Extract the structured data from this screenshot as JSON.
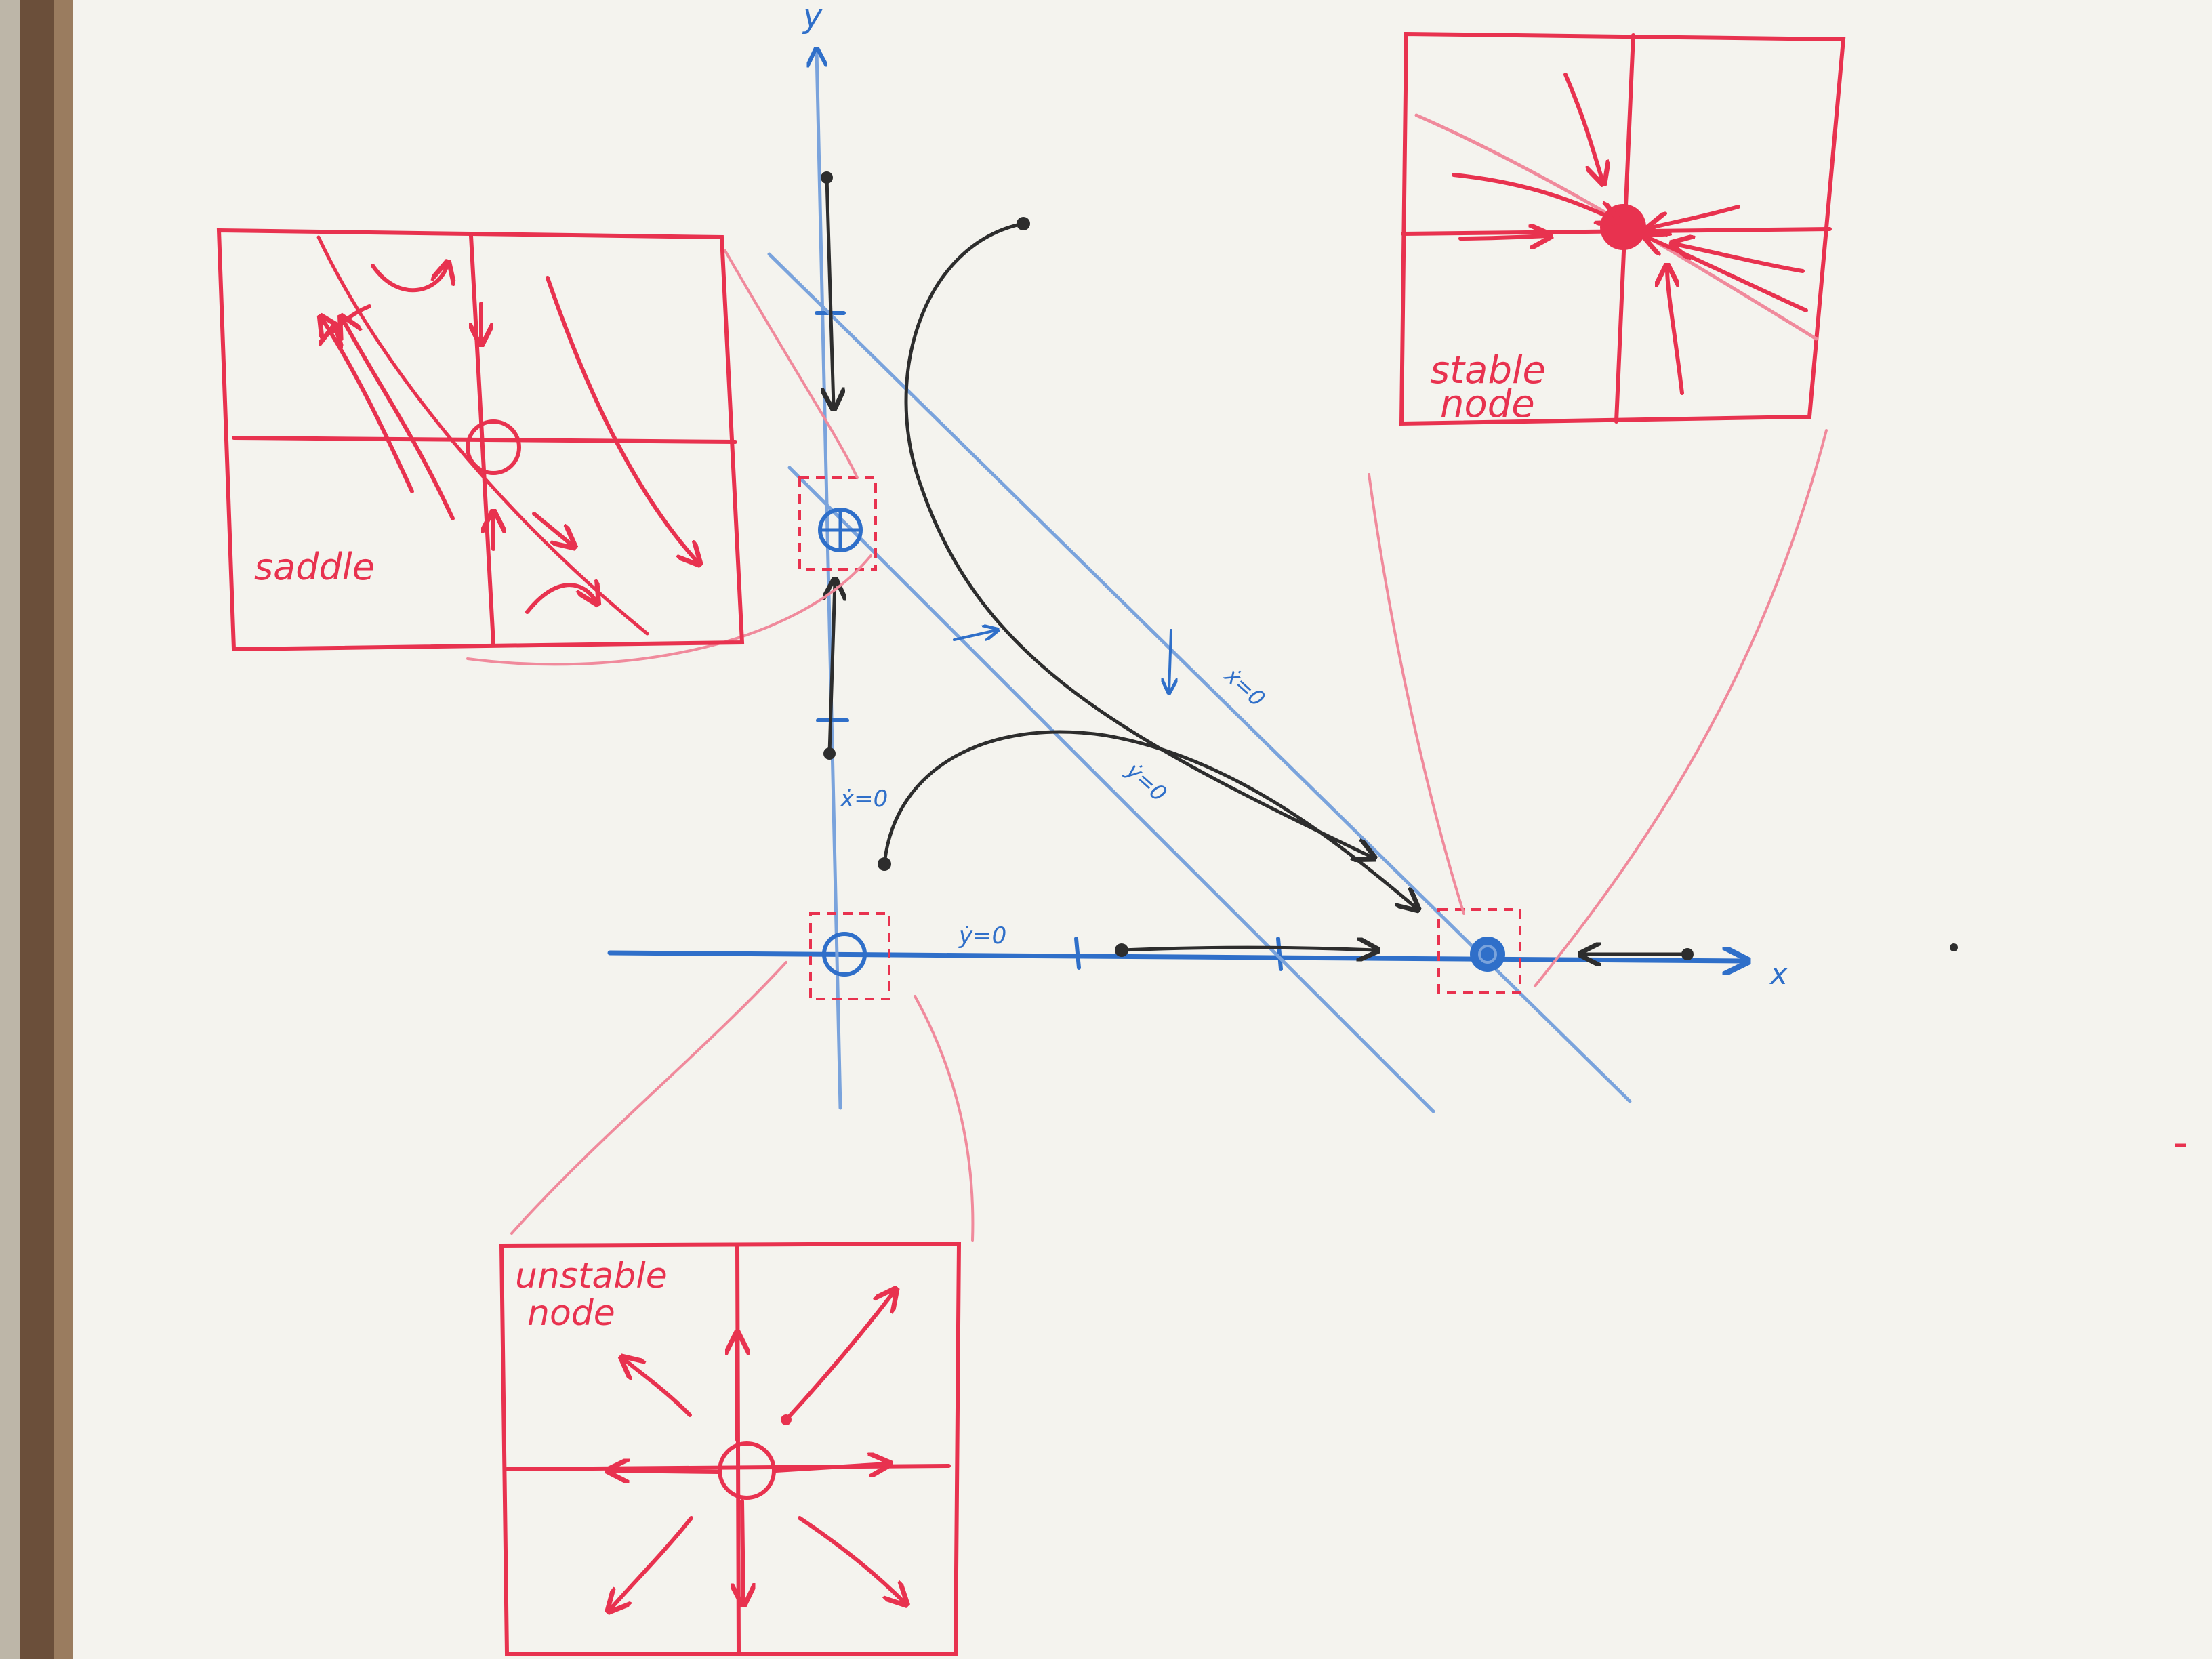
{
  "axes": {
    "x_label": "x",
    "y_label": "y"
  },
  "nullclines": {
    "y_axis_label": "ẋ=0",
    "x_axis_label": "ẏ=0",
    "diag_upper_label": "ẋ=0",
    "diag_lower_label": "ẏ=0"
  },
  "insets": {
    "saddle": {
      "label": "saddle"
    },
    "stable": {
      "label_line1": "stable",
      "label_line2": "node"
    },
    "unstable": {
      "label_line1": "unstable",
      "label_line2": "node"
    }
  },
  "colors": {
    "board": "#f4f3ee",
    "frame": "#7a5e45",
    "blue": "#2f6fc9",
    "blue_light": "#7aa3dc",
    "red": "#e8324f",
    "red_light": "#f08a9c",
    "black": "#2d2d2d"
  }
}
